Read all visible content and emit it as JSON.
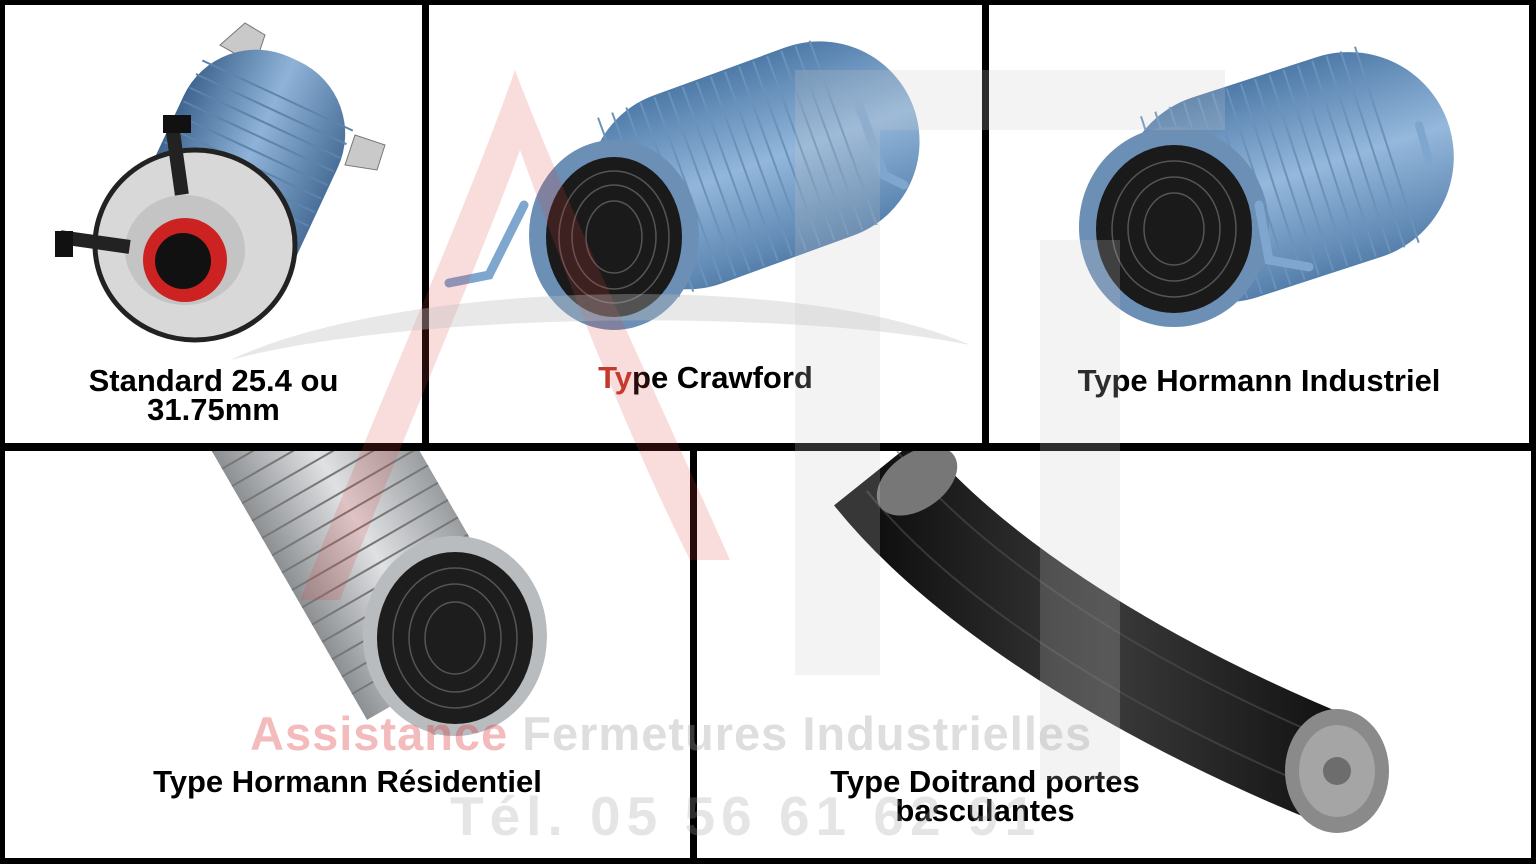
{
  "panels": [
    {
      "caption_line1": "Standard 25.4 ou",
      "caption_line2": "31.75mm",
      "image": "torsion-spring-standard-with-cone"
    },
    {
      "caption_prefix": "Ty",
      "caption_rest": "pe Crawford",
      "image": "blue-torsion-spring-crawford"
    },
    {
      "caption": "Type Hormann Industriel",
      "image": "blue-torsion-spring-hormann-industrial"
    },
    {
      "caption": "Type Hormann Résidentiel",
      "image": "silver-torsion-spring-hormann-residential"
    },
    {
      "caption_line1": "Type Doitrand portes",
      "caption_line2": "basculantes",
      "image": "black-spring-doitrand"
    }
  ],
  "watermark": {
    "line1_red": "Assistance",
    "line1_grey": " Fermetures Industrielles",
    "line2": "Tél. 05 56 61 62 91"
  },
  "colors": {
    "spring_blue": "#7fa6cf",
    "spring_blue_dark": "#3d5f86",
    "silver": "#b9bcbf",
    "black_spring": "#1c1c1c",
    "accent_red": "#c0392b"
  }
}
